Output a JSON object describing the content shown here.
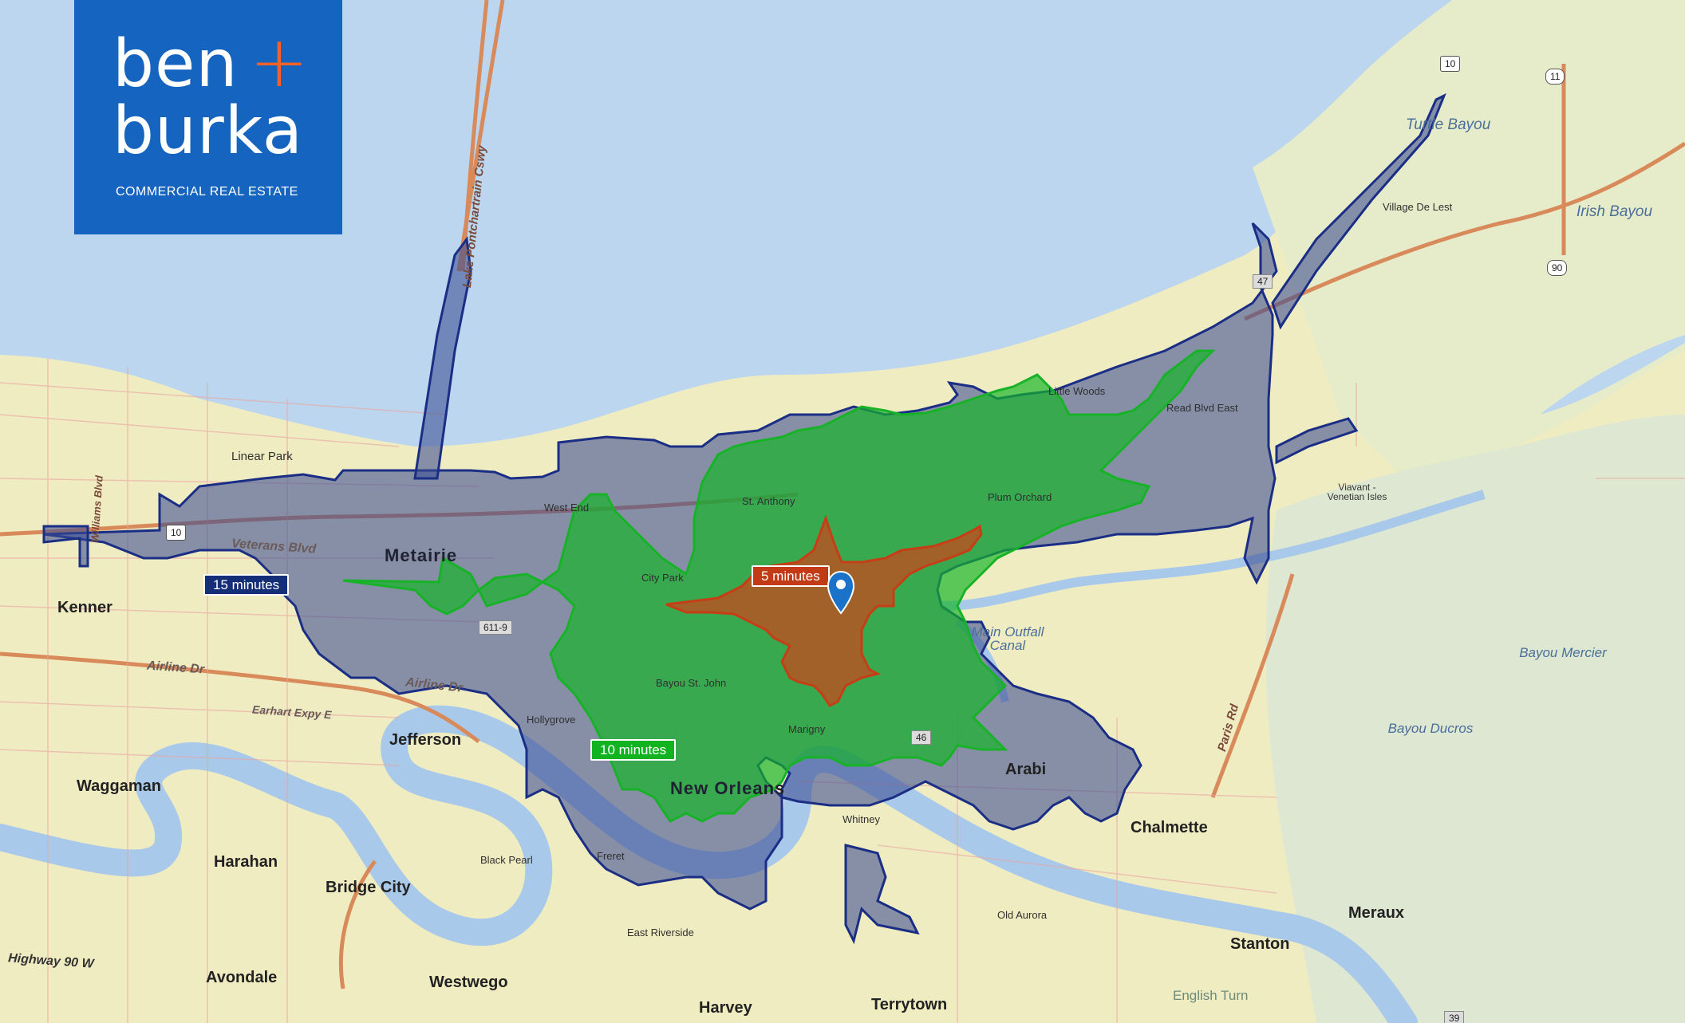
{
  "brand": {
    "word1": "ben",
    "plus": "+",
    "word2": "burka",
    "tagline": "COMMERCIAL REAL ESTATE",
    "colors": {
      "background": "#1565c0",
      "plus": "#f4622a",
      "text": "#ffffff"
    }
  },
  "drive_time_zones": [
    {
      "label": "15 minutes",
      "color": "#1e2f7e"
    },
    {
      "label": "10 minutes",
      "color": "#15b523"
    },
    {
      "label": "5 minutes",
      "color": "#c23a16"
    }
  ],
  "marker": {
    "icon": "location-pin-icon",
    "color": "#1a73c8"
  },
  "place_labels": {
    "kenner": "Kenner",
    "metairie": "Metairie",
    "new_orleans": "New Orleans",
    "jefferson": "Jefferson",
    "waggaman": "Waggaman",
    "harahan": "Harahan",
    "bridge_city": "Bridge City",
    "avondale": "Avondale",
    "westwego": "Westwego",
    "harvey": "Harvey",
    "terrytown": "Terrytown",
    "chalmette": "Chalmette",
    "arabi": "Arabi",
    "meraux": "Meraux",
    "stanton": "Stanton",
    "english_turn": "English Turn",
    "linear_park": "Linear Park",
    "west_end": "West End",
    "st_anthony": "St. Anthony",
    "city_park": "City Park",
    "bayou_st_john": "Bayou St. John",
    "hollygrove": "Hollygrove",
    "marigny": "Marigny",
    "freret": "Freret",
    "black_pearl": "Black Pearl",
    "whitney": "Whitney",
    "east_riverside": "East Riverside",
    "old_aurora": "Old Aurora",
    "plum_orchard": "Plum Orchard",
    "little_woods": "Little Woods",
    "read_blvd_east": "Read Blvd East",
    "village_de_lest": "Village De Lest",
    "viavant": "Viavant - Venetian Isles"
  },
  "water_labels": {
    "turtle_bayou": "Turtle Bayou",
    "irish_bayou": "Irish Bayou",
    "main_outfall_canal": "Main Outfall Canal",
    "bayou_mercier": "Bayou Mercier",
    "bayou_ducros": "Bayou Ducros"
  },
  "road_labels": {
    "causeway": "Lake Pontchartrain Cswy",
    "veterans": "Veterans Blvd",
    "airline_w": "Airline Dr",
    "airline_e": "Airline Dr",
    "earhart": "Earhart Expy E",
    "highway90w": "Highway 90 W",
    "williams": "Williams Blvd",
    "paris": "Paris Rd"
  },
  "route_shields": {
    "i10_ne": "10",
    "i10_w": "10",
    "us11": "11",
    "us90": "90",
    "r47": "47",
    "r6119": "611-9",
    "r46": "46",
    "r39": "39"
  }
}
